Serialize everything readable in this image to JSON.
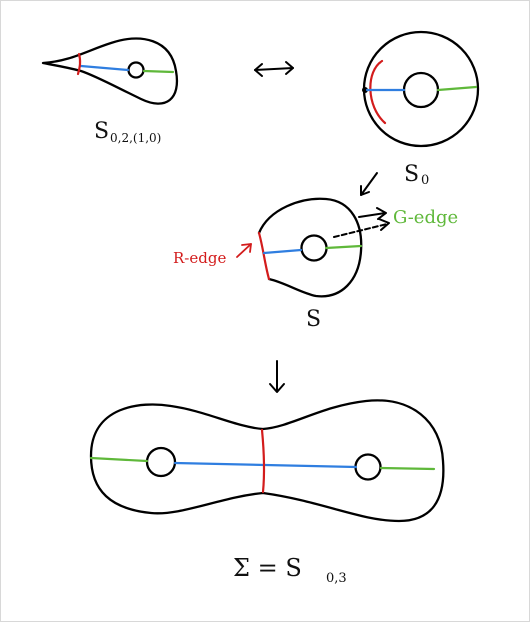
{
  "labels": {
    "top_left": {
      "main": "S",
      "subscript": "0,2,(1,0)"
    },
    "top_right": {
      "main": "S",
      "subscript": "0"
    },
    "middle": {
      "main": "S"
    },
    "bottom": {
      "prefix": "Σ = S",
      "subscript": "0,3"
    },
    "r_edge": "R-edge",
    "g_edge": "G-edge"
  },
  "colors": {
    "outline": "#000000",
    "blue_arc": "#2f7ee0",
    "green_arc": "#5fb83a",
    "red_curve": "#d31c1c"
  },
  "arrows": {
    "top_between": "double-headed-arrow",
    "top_right_down": "down-left-arrow",
    "middle_down": "down-arrow"
  }
}
